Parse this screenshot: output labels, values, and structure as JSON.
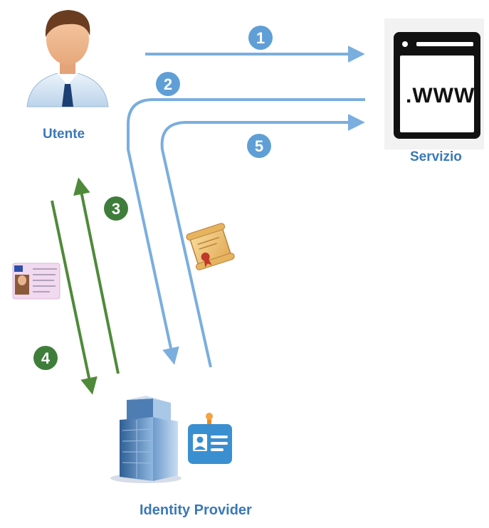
{
  "nodes": {
    "user": {
      "label": "Utente"
    },
    "service": {
      "label": "Servizio",
      "window_text": ".WWW"
    },
    "identity_provider": {
      "label": "Identity Provider"
    }
  },
  "steps": [
    {
      "number": "1",
      "color": "#5f9fd6"
    },
    {
      "number": "2",
      "color": "#5f9fd6"
    },
    {
      "number": "3",
      "color": "#3f7d3b"
    },
    {
      "number": "4",
      "color": "#3f7d3b"
    },
    {
      "number": "5",
      "color": "#5f9fd6"
    }
  ],
  "colors": {
    "blue_flow": "#7aaede",
    "green_flow": "#4e8a3a",
    "label_blue": "#3a78b8"
  },
  "icons": [
    "user-avatar-icon",
    "browser-window-icon",
    "building-icon",
    "id-badge-icon",
    "id-card-icon",
    "certificate-scroll-icon"
  ]
}
